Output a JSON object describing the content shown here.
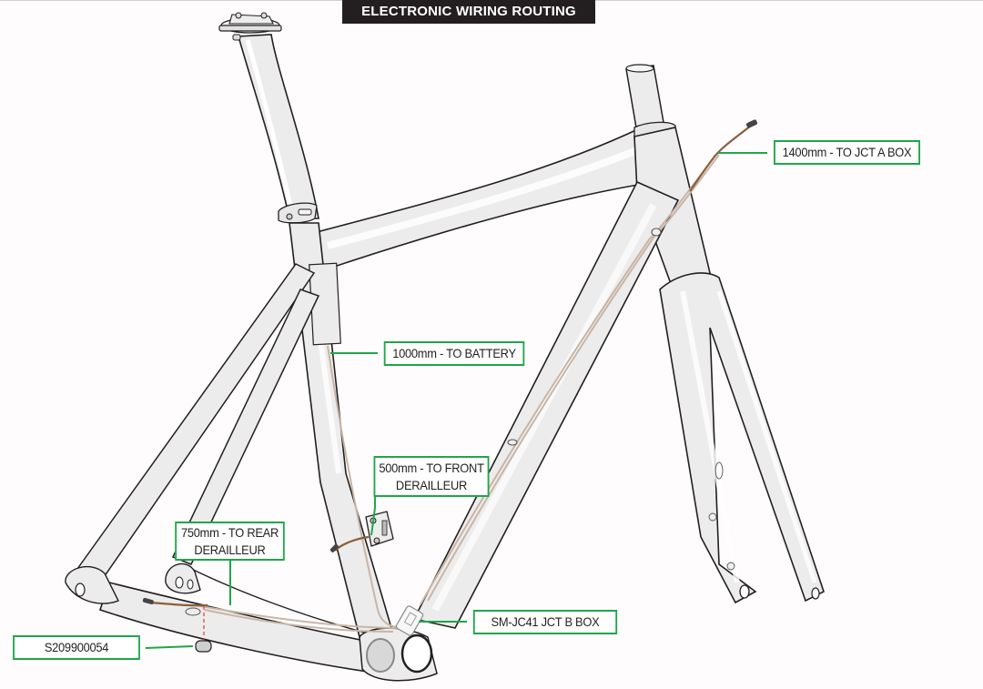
{
  "title": "ELECTRONIC WIRING ROUTING",
  "colors": {
    "callout_border": "#1fa64a",
    "leader_line": "#1fa64a",
    "title_bg": "#231f20",
    "title_text": "#ffffff",
    "frame_fill": "#ececec",
    "frame_highlight": "#ffffff",
    "frame_outline": "#231f20",
    "internal_wire": "#c9b5a6",
    "external_wire": "#8b5e3c",
    "grommet_guide": "#e03c3c"
  },
  "callouts": [
    {
      "id": "jct-a-box",
      "lines": [
        "1400mm - TO JCT A BOX"
      ]
    },
    {
      "id": "battery",
      "lines": [
        "1000mm - TO BATTERY"
      ]
    },
    {
      "id": "front-derailleur",
      "lines": [
        "500mm - TO FRONT",
        "DERAILLEUR"
      ]
    },
    {
      "id": "rear-derailleur",
      "lines": [
        "750mm - TO REAR",
        "DERAILLEUR"
      ]
    },
    {
      "id": "jct-b-box",
      "lines": [
        "SM-JC41 JCT B BOX"
      ]
    },
    {
      "id": "grommet-part",
      "lines": [
        "S209900054"
      ]
    }
  ],
  "components": {
    "frame": "bicycle-frame",
    "fork": "front-fork",
    "seatpost": "seatpost-with-clamp",
    "seat_clamp": "seat-collar",
    "front_derailleur_mount": "braze-on-mount",
    "junction_box": "jct-b-box",
    "grommet": "cable-grommet"
  }
}
